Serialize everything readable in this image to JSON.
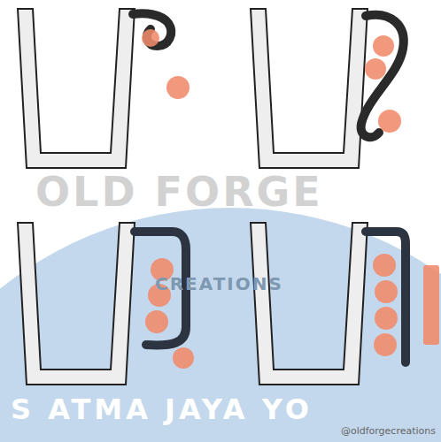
{
  "diagram": {
    "labels": [
      "OLD FORGE",
      "CREATIONS",
      "S ATMA JAYA YO",
      "@oldforgecreations"
    ]
  }
}
